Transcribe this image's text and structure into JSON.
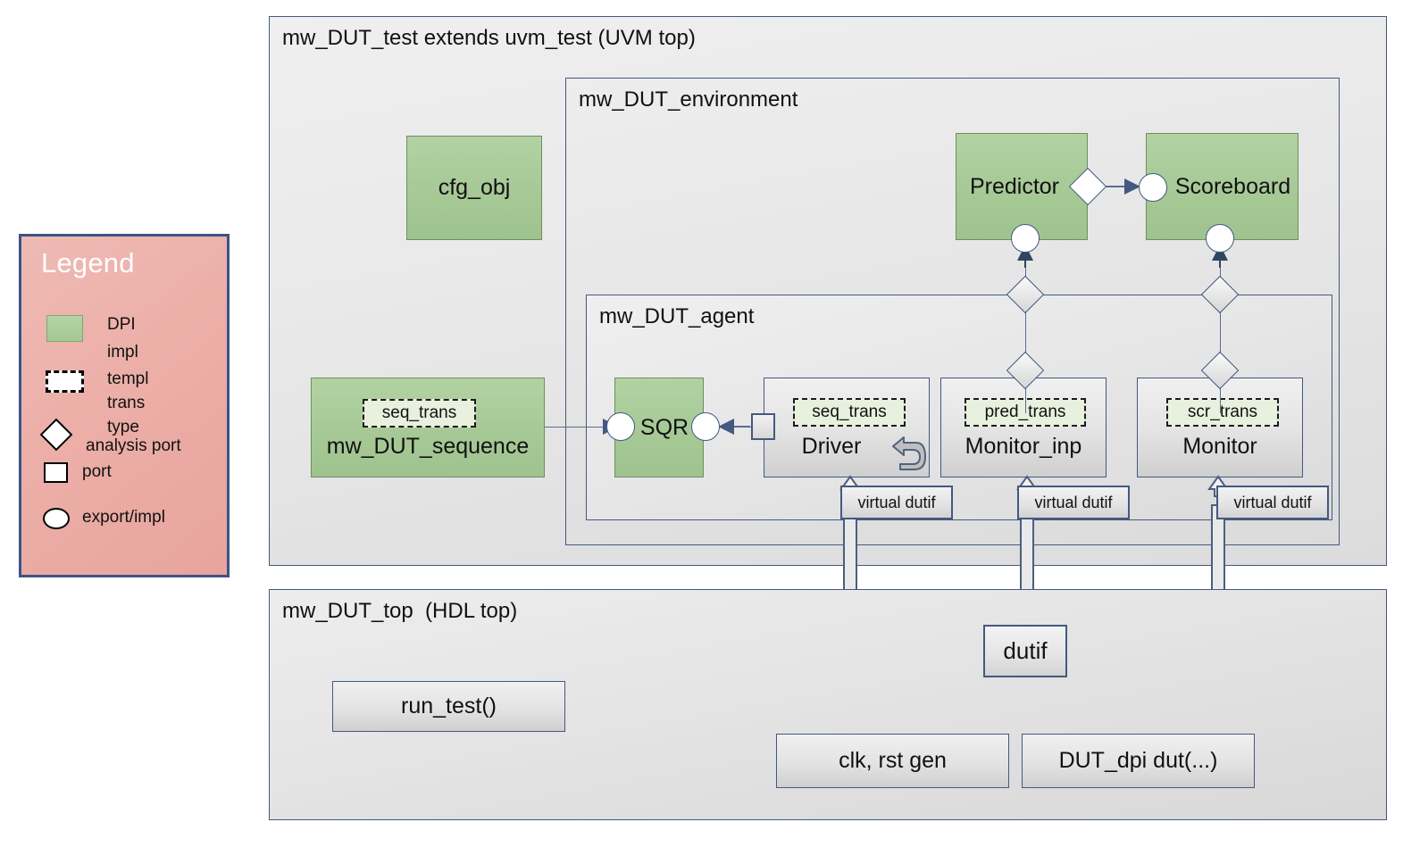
{
  "legend": {
    "title": "Legend",
    "items": [
      {
        "glyph": "green-swatch",
        "label": "DPI\nimpl"
      },
      {
        "glyph": "dashed-rect",
        "label": "templ\ntrans\ntype"
      },
      {
        "glyph": "diamond",
        "label": "analysis port"
      },
      {
        "glyph": "square",
        "label": "port"
      },
      {
        "glyph": "circle",
        "label": "export/impl"
      }
    ],
    "label_dpi": "DPI",
    "label_impl": "impl",
    "label_templ": "templ",
    "label_trans": "trans",
    "label_type": "type",
    "label_analysis_port": "analysis port",
    "label_port": "port",
    "label_export_impl": "export/impl",
    "bg_color": "#ECAFA8",
    "border_color": "#3C5486"
  },
  "test": {
    "title": "mw_DUT_test extends uvm_test (UVM top)",
    "cfg_obj": "cfg_obj",
    "sequence": {
      "name": "mw_DUT_sequence",
      "templ": "seq_trans"
    }
  },
  "environment": {
    "title": "mw_DUT_environment",
    "predictor": "Predictor",
    "scoreboard": "Scoreboard"
  },
  "agent": {
    "title": "mw_DUT_agent",
    "sqr": "SQR",
    "driver": {
      "name": "Driver",
      "templ": "seq_trans"
    },
    "monitor_inp": {
      "name": "Monitor_inp",
      "templ": "pred_trans"
    },
    "monitor": {
      "name": "Monitor",
      "templ": "scr_trans"
    },
    "virtual_dutif": "virtual dutif"
  },
  "hdl_top": {
    "title": "mw_DUT_top  (HDL top)",
    "run_test": "run_test()",
    "dutif": "dutif",
    "clk_rst_gen": "clk, rst gen",
    "dut_dpi": "DUT_dpi dut(...)"
  },
  "colors": {
    "dpi_green": "#A5C895",
    "container_gray": "#E6E6E6",
    "border_blue": "#43597F",
    "legend_pink": "#ECAFA8",
    "templ_green": "#E8F0DE"
  }
}
